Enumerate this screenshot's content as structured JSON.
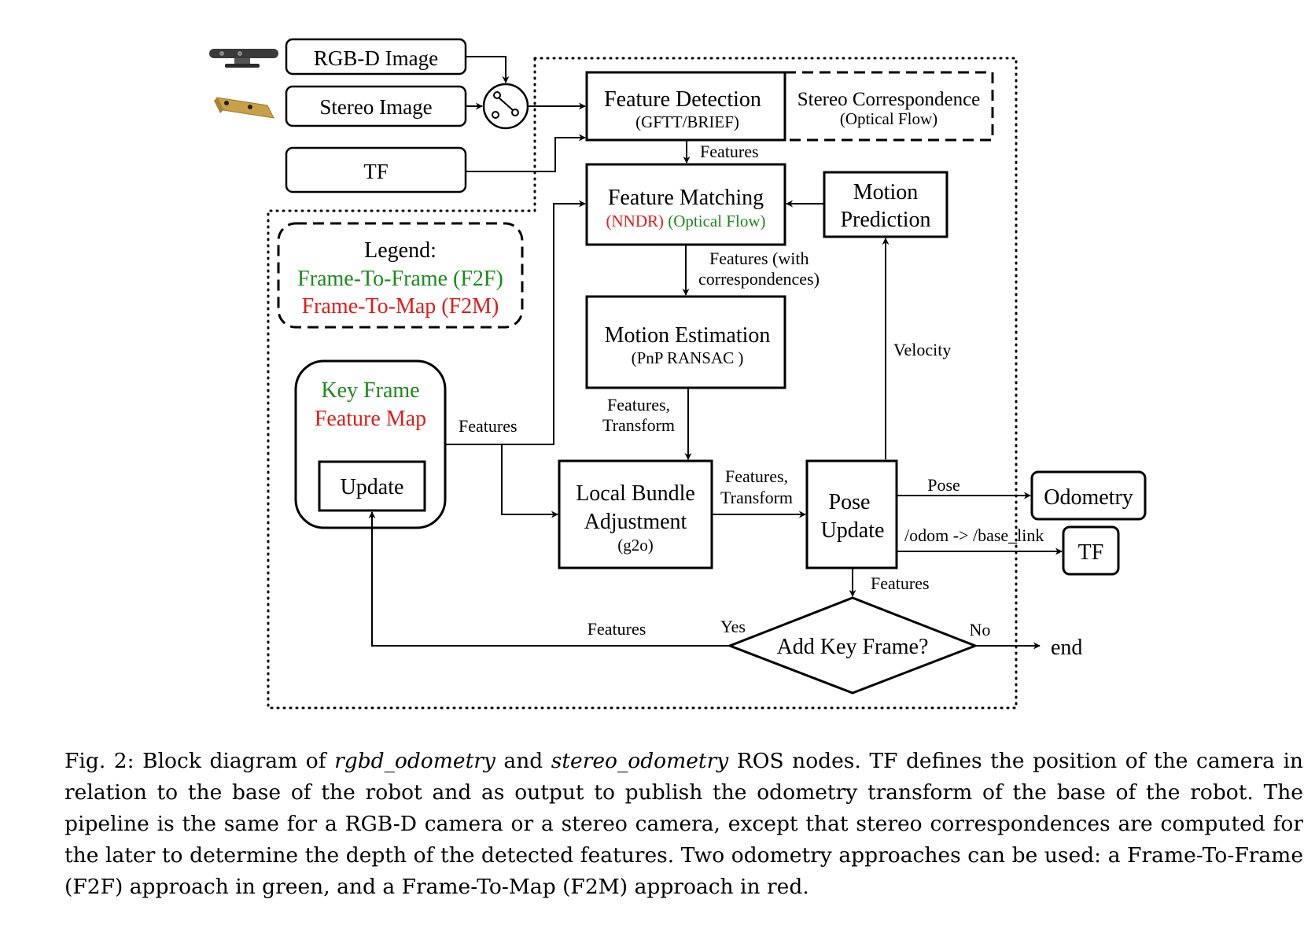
{
  "colors": {
    "f2f": "#1a8a1a",
    "f2m": "#e01b1b",
    "camera_rgbd": "#3a3a3a",
    "camera_stereo": "#c9a04a"
  },
  "icons": [
    "rgbd-camera-icon",
    "stereo-camera-icon",
    "switch-icon"
  ],
  "inputs": {
    "rgbd": "RGB-D Image",
    "stereo": "Stereo Image",
    "tf": "TF"
  },
  "blocks": {
    "feature_detection": {
      "title": "Feature Detection",
      "sub": "(GFTT/BRIEF)"
    },
    "stereo_correspondence": {
      "title": "Stereo Correspondence",
      "sub": "(Optical Flow)"
    },
    "feature_matching": {
      "title": "Feature Matching",
      "sub_f2m": "(NNDR)",
      "sub_f2f": "(Optical Flow)"
    },
    "motion_prediction": {
      "line1": "Motion",
      "line2": "Prediction"
    },
    "motion_estimation": {
      "title": "Motion Estimation",
      "sub": "(PnP RANSAC )"
    },
    "key_frame": {
      "line_f2f": "Key Frame",
      "line_f2m": "Feature Map",
      "update": "Update"
    },
    "local_bundle": {
      "line1": "Local Bundle",
      "line2": "Adjustment",
      "sub": "(g2o)"
    },
    "pose_update": {
      "line1": "Pose",
      "line2": "Update"
    },
    "odometry": "Odometry",
    "tf_out": "TF",
    "decision": "Add Key Frame?",
    "end": "end"
  },
  "legend": {
    "title": "Legend:",
    "f2f": "Frame-To-Frame (F2F)",
    "f2m": "Frame-To-Map (F2M)"
  },
  "edge_labels": {
    "features_1": "Features",
    "features_corr_1": "Features (with",
    "features_corr_2": "correspondences)",
    "features_transform_1a": "Features,",
    "features_transform_1b": "Transform",
    "features_kf": "Features",
    "features_transform_2a": "Features,",
    "features_transform_2b": "Transform",
    "velocity": "Velocity",
    "pose": "Pose",
    "odom_link": "/odom -> /base_link",
    "features_pose": "Features",
    "features_back": "Features",
    "yes": "Yes",
    "no": "No"
  },
  "caption": {
    "prefix": "Fig.   2: Block diagram of ",
    "node1": "rgbd_odometry",
    "and": " and ",
    "node2": "stereo_odometry",
    "rest": " ROS nodes. TF defines the position of the camera in relation to the base of the robot and as output to publish the odometry transform of the base of the robot. The pipeline is the same for a RGB-D camera or a stereo camera, except that stereo correspondences are computed for the later to determine the depth of the detected features. Two odometry approaches can be used: a Frame-To-Frame (F2F) approach in green, and a Frame-To-Map (F2M) approach in red."
  }
}
